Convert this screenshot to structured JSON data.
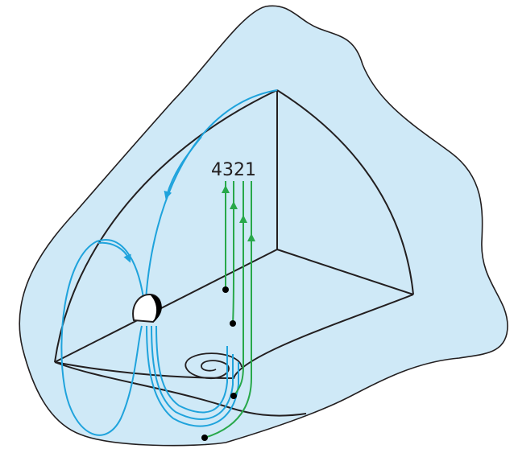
{
  "labels": {
    "l4": "4",
    "l3": "3",
    "l2": "2",
    "l1": "1"
  },
  "colors": {
    "background": "#ffffff",
    "region_fill": "#cfe9f7",
    "outline": "#231f20",
    "blue_trajectory": "#1fa3dc",
    "green_trajectory": "#28a84a",
    "dot": "#000000"
  },
  "icons": {
    "equilibrium": "half-shaded-sphere",
    "spiral": "spiral-sink"
  }
}
